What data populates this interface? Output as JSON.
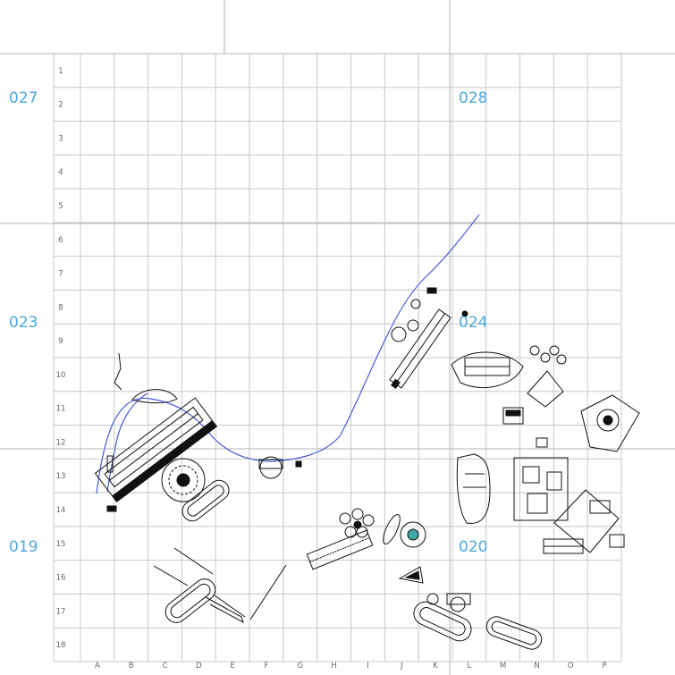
{
  "sheets": [
    "027",
    "028",
    "023",
    "024",
    "019",
    "020"
  ],
  "rows": [
    "1",
    "2",
    "3",
    "4",
    "5",
    "6",
    "7",
    "8",
    "9",
    "10",
    "11",
    "12",
    "13",
    "14",
    "15",
    "16",
    "17",
    "18"
  ],
  "cols": [
    "A",
    "B",
    "C",
    "D",
    "E",
    "F",
    "G",
    "H",
    "I",
    "J",
    "K",
    "L",
    "M",
    "N",
    "O",
    "P"
  ],
  "colors": {
    "river": "#4a5bd6",
    "sheet_label": "#4ea8de",
    "grid": "#c8c8c8",
    "ink": "#111111"
  }
}
